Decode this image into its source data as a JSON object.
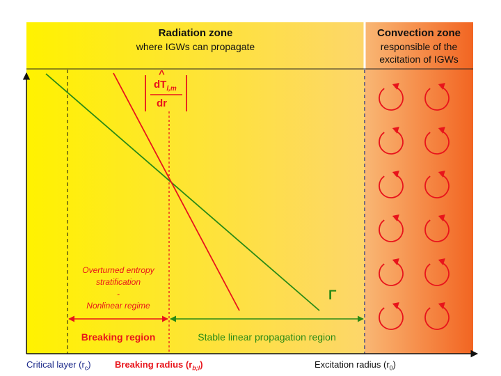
{
  "header": {
    "radiation": {
      "title": "Radiation zone",
      "subtitle": "where IGWs can propagate"
    },
    "convection": {
      "title": "Convection zone",
      "line1": "responsible of the",
      "line2": "excitation of IGWs"
    }
  },
  "derivative_label": {
    "numerator": "dT",
    "subscript": "l,m",
    "hat": "^",
    "denominator": "dr"
  },
  "gamma_label": "Γ",
  "overturned": {
    "line1": "Overturned entropy",
    "line2": "stratification",
    "line3": "-",
    "line4": "Nonlinear regime"
  },
  "regions": {
    "breaking": "Breaking region",
    "stable": "Stable linear propagation region"
  },
  "axis_labels": {
    "critical": "Critical layer (r",
    "critical_sub": "c",
    "breaking": "Breaking radius (r",
    "breaking_sub": "b;l",
    "excitation": "Excitation radius (r",
    "excitation_sub": "0"
  },
  "colors": {
    "radiation_left": "#fff200",
    "radiation_right": "#fdd66a",
    "convection_left": "#f9b774",
    "convection_right": "#f26522",
    "red": "#e8141b",
    "green": "#2a8a16",
    "blue": "#1c2a8a"
  },
  "convection_cells": {
    "columns": 2,
    "rows": 6,
    "icon": "circular-arrow-icon"
  }
}
